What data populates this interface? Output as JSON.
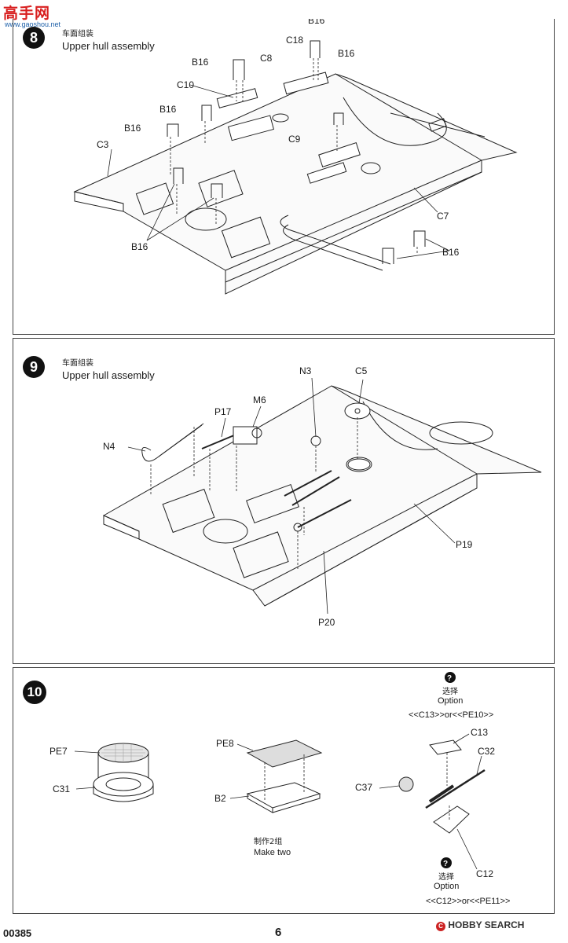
{
  "watermark": {
    "cn": "高手网",
    "en": "www.gaoshou.net"
  },
  "steps": [
    {
      "number": "8",
      "title_cn": "车面组装",
      "title_en": "Upper hull assembly"
    },
    {
      "number": "9",
      "title_cn": "车面组装",
      "title_en": "Upper hull assembly"
    },
    {
      "number": "10"
    }
  ],
  "step8_labels": {
    "b16_top": "B16",
    "c18": "C18",
    "b16_a": "B16",
    "c8": "C8",
    "b16_b": "B16",
    "c10": "C10",
    "b16_c": "B16",
    "b16_d": "B16",
    "c3": "C3",
    "c9": "C9",
    "c7": "C7",
    "b16_e": "B16",
    "b16_f": "B16"
  },
  "step9_labels": {
    "n3": "N3",
    "c5": "C5",
    "m6": "M6",
    "p17": "P17",
    "n4": "N4",
    "p19": "P19",
    "p20": "P20"
  },
  "step10_labels": {
    "pe7": "PE7",
    "c31": "C31",
    "pe8": "PE8",
    "b2": "B2",
    "make_two_cn": "制作2组",
    "make_two_en": "Make two",
    "c13": "C13",
    "c32": "C32",
    "c37": "C37",
    "c12": "C12",
    "option_top_cn": "选择",
    "option_top_en": "Option",
    "option_top_choice": "<<C13>>or<<PE10>>",
    "option_bottom_cn": "选择",
    "option_bottom_en": "Option",
    "option_bottom_choice": "<<C12>>or<<PE11>>",
    "question_mark": "?"
  },
  "footer": {
    "code": "00385",
    "page": "6",
    "brand": "HOBBY SEARCH",
    "brand_mark": "C"
  }
}
